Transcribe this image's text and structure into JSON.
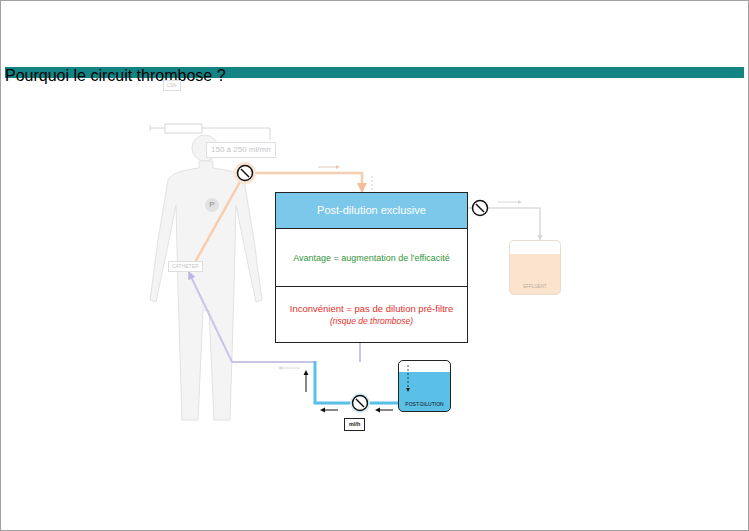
{
  "diagram": {
    "title": "Pourquoi le circuit thrombose ?",
    "nodes": [
      {
        "text": [
          "Post-dilution exclusive"
        ]
      },
      {
        "text": [
          "Avantage = augmentation de l'efficacité"
        ],
        "in": 0
      },
      {
        "text": [
          "Inconvénient = pas de dilution pré-filtre",
          "(risque de thrombose)"
        ],
        "in": 0
      },
      {
        "text": [
          "LSN"
        ]
      },
      {
        "text": [
          "150 à 250 ml/mn"
        ]
      },
      {
        "text": [
          "CATHETER"
        ]
      },
      {
        "text": [
          "EFFLUENT"
        ]
      },
      {
        "text": [
          "POST-DILUTION"
        ]
      },
      {
        "text": [
          "ml/h"
        ]
      }
    ],
    "edges": [
      {
        "from": 7,
        "to": 5,
        "arrow": "to"
      },
      {
        "from": 5,
        "to": 0,
        "arrow": "to"
      },
      {
        "from": 0,
        "to": 6,
        "arrow": "to"
      }
    ],
    "labels": [
      "P"
    ]
  }
}
